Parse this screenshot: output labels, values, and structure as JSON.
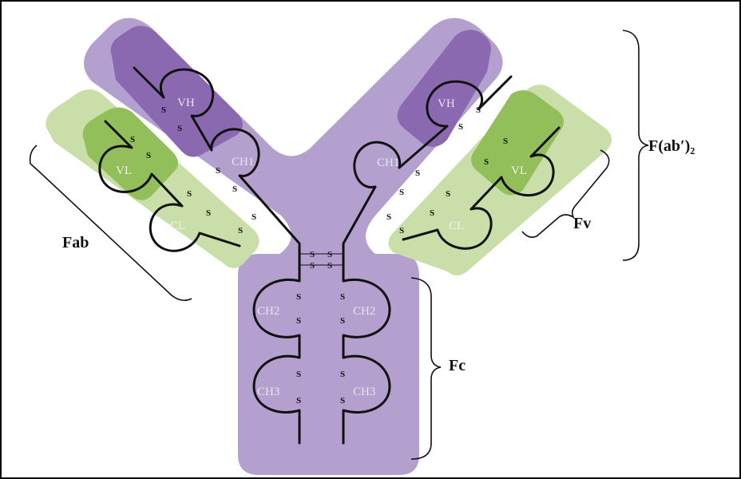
{
  "diagram": {
    "domains": {
      "vh_left": "VH",
      "vh_right": "VH",
      "vl_left": "VL",
      "vl_right": "VL",
      "ch1_left": "CH1",
      "ch1_right": "CH1",
      "cl_left": "CL",
      "cl_right": "CL",
      "ch2_left": "CH2",
      "ch2_right": "CH2",
      "ch3_left": "CH3",
      "ch3_right": "CH3"
    },
    "disulfide_symbol": "S",
    "fragments": {
      "fab": "Fab",
      "fc": "Fc",
      "fv": "Fv",
      "fab2": "F(ab′)₂"
    },
    "colors": {
      "heavy_chain_region": "#b3a0cf",
      "variable_heavy": "#8b69b0",
      "light_chain_region": "#c9dea8",
      "variable_light": "#93bf5b",
      "chain_line": "#111111",
      "domain_label": "#e8e2f2"
    }
  }
}
